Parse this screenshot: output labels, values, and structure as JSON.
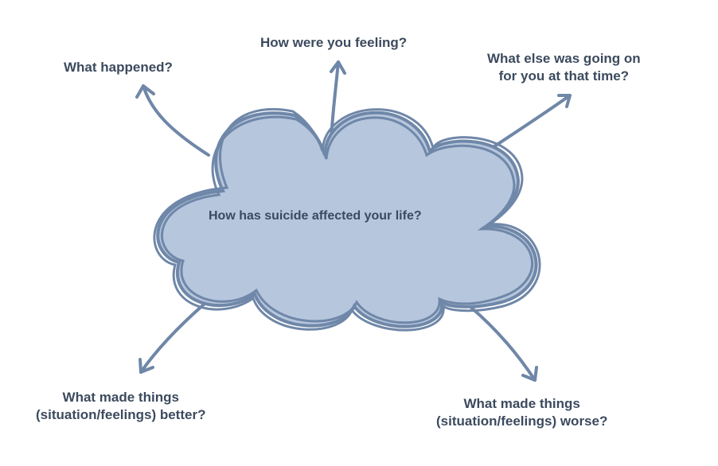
{
  "colors": {
    "cloud_fill": "#b6c6dd",
    "stroke": "#6f87a8",
    "text": "#3c4a5e",
    "background": "#ffffff"
  },
  "center_question": "How has suicide affected your life?",
  "prompts": [
    {
      "id": "what-happened",
      "lines": [
        "What happened?"
      ],
      "direction": "top-left"
    },
    {
      "id": "feeling",
      "lines": [
        "How were you feeling?"
      ],
      "direction": "top"
    },
    {
      "id": "else-going-on",
      "lines": [
        "What else was going on",
        "for you at that time?"
      ],
      "direction": "top-right"
    },
    {
      "id": "better",
      "lines": [
        "What made things",
        "(situation/feelings) better?"
      ],
      "direction": "bottom-left"
    },
    {
      "id": "worse",
      "lines": [
        "What made things",
        "(situation/feelings) worse?"
      ],
      "direction": "bottom-right"
    }
  ]
}
